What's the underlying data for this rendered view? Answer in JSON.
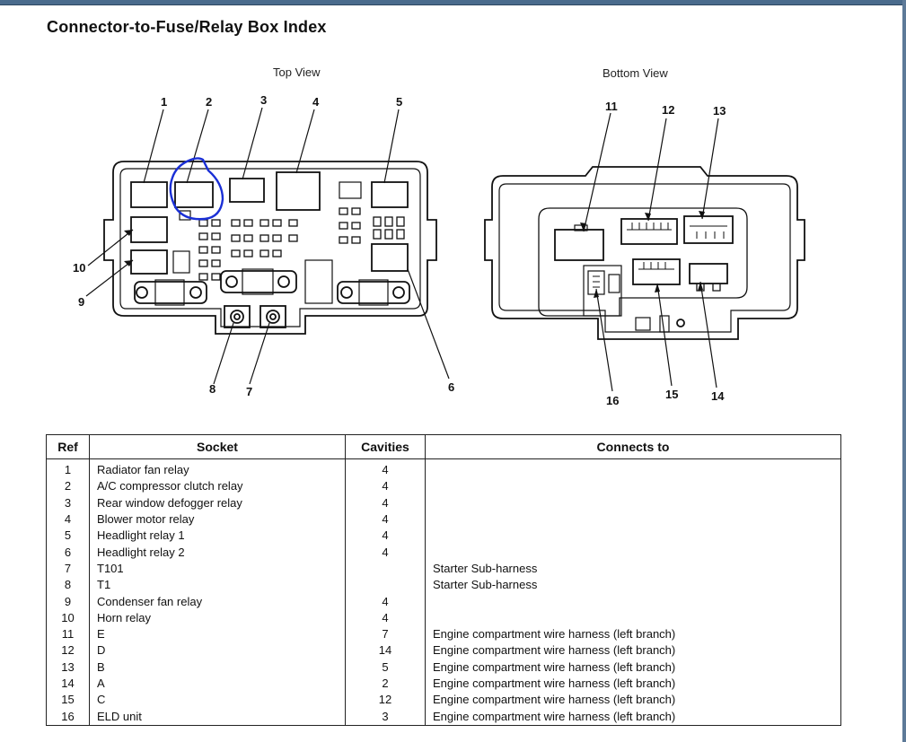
{
  "page": {
    "title": "Connector-to-Fuse/Relay Box Index"
  },
  "diagram": {
    "top_view_label": "Top View",
    "bottom_view_label": "Bottom View",
    "callouts": [
      "1",
      "2",
      "3",
      "4",
      "5",
      "6",
      "7",
      "8",
      "9",
      "10",
      "11",
      "12",
      "13",
      "14",
      "15",
      "16"
    ],
    "highlight_color": "#1a2fd6",
    "line_color": "#111111"
  },
  "table": {
    "headers": [
      "Ref",
      "Socket",
      "Cavities",
      "Connects to"
    ],
    "rows": [
      {
        "ref": "1",
        "socket": "Radiator fan relay",
        "cavities": "4",
        "connects": ""
      },
      {
        "ref": "2",
        "socket": "A/C compressor clutch relay",
        "cavities": "4",
        "connects": ""
      },
      {
        "ref": "3",
        "socket": "Rear window defogger relay",
        "cavities": "4",
        "connects": ""
      },
      {
        "ref": "4",
        "socket": "Blower motor relay",
        "cavities": "4",
        "connects": ""
      },
      {
        "ref": "5",
        "socket": "Headlight relay 1",
        "cavities": "4",
        "connects": ""
      },
      {
        "ref": "6",
        "socket": "Headlight relay 2",
        "cavities": "4",
        "connects": ""
      },
      {
        "ref": "7",
        "socket": "T101",
        "cavities": "",
        "connects": "Starter Sub-harness"
      },
      {
        "ref": "8",
        "socket": "T1",
        "cavities": "",
        "connects": "Starter Sub-harness"
      },
      {
        "ref": "9",
        "socket": "Condenser fan relay",
        "cavities": "4",
        "connects": ""
      },
      {
        "ref": "10",
        "socket": "Horn relay",
        "cavities": "4",
        "connects": ""
      },
      {
        "ref": "11",
        "socket": "E",
        "cavities": "7",
        "connects": "Engine compartment wire harness (left branch)"
      },
      {
        "ref": "12",
        "socket": "D",
        "cavities": "14",
        "connects": "Engine compartment wire harness (left branch)"
      },
      {
        "ref": "13",
        "socket": "B",
        "cavities": "5",
        "connects": "Engine compartment wire harness (left branch)"
      },
      {
        "ref": "14",
        "socket": "A",
        "cavities": "2",
        "connects": "Engine compartment wire harness (left branch)"
      },
      {
        "ref": "15",
        "socket": "C",
        "cavities": "12",
        "connects": "Engine compartment wire harness (left branch)"
      },
      {
        "ref": "16",
        "socket": "ELD unit",
        "cavities": "3",
        "connects": "Engine compartment wire harness (left branch)"
      }
    ]
  }
}
